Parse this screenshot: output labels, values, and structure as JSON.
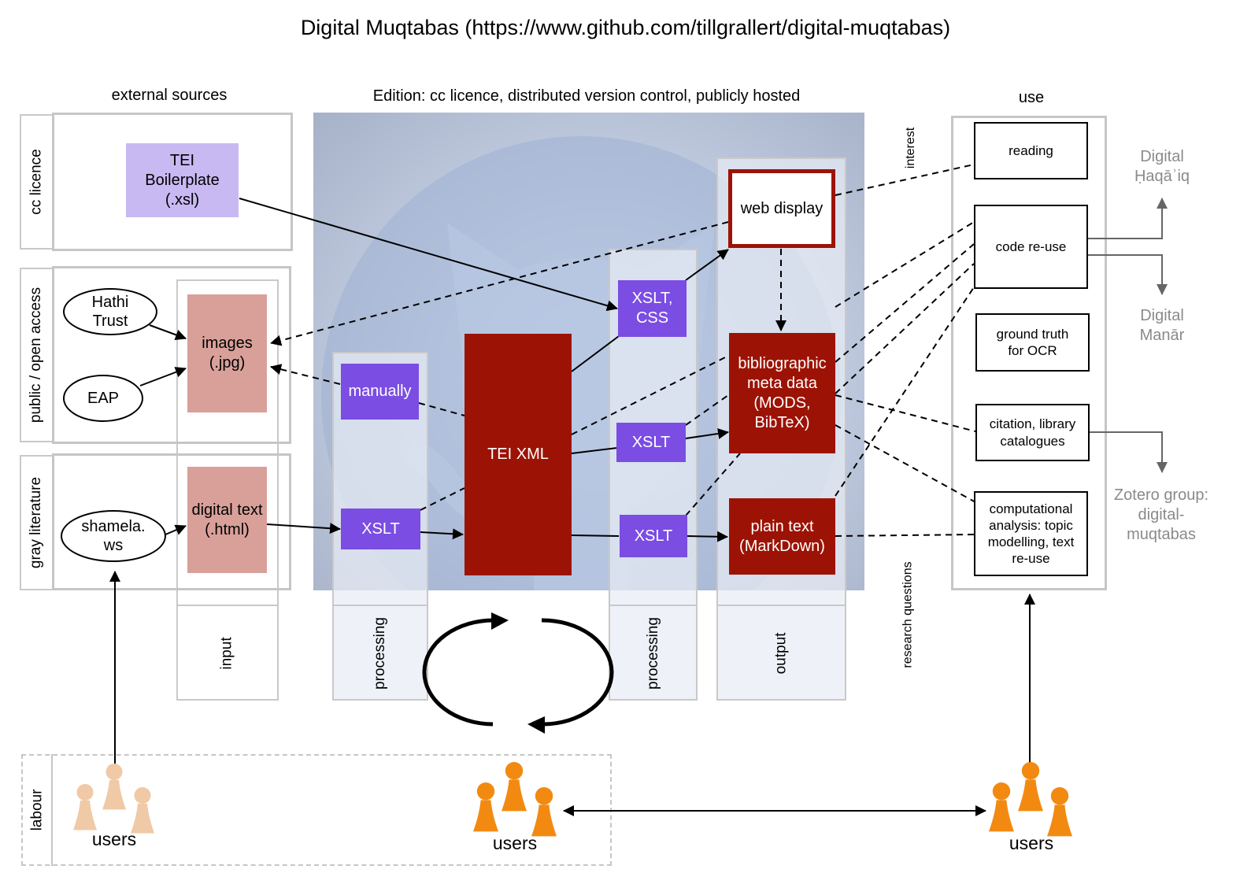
{
  "title": "Digital Muqtabas (https://www.github.com/tillgrallert/digital-muqtabas)",
  "headers": {
    "external": "external sources",
    "edition": "Edition: cc licence, distributed version control, publicly hosted",
    "use": "use"
  },
  "row_labels": {
    "cc": "cc licence",
    "public": "public / open access",
    "gray": "gray literature",
    "labour": "labour"
  },
  "column_labels": {
    "input": "input",
    "processing1": "processing",
    "processing2": "processing",
    "output": "output"
  },
  "side_labels": {
    "interest": "interest",
    "research": "research questions"
  },
  "nodes": {
    "tei_boilerplate": "TEI\nBoilerplate\n(.xsl)",
    "hathi": "Hathi\nTrust",
    "eap": "EAP",
    "shamela": "shamela.\nws",
    "images": "images\n(.jpg)",
    "digital_text": "digital text\n(.html)",
    "manually": "manually",
    "xslt_in": "XSLT",
    "tei_xml": "TEI XML",
    "xslt_css": "XSLT,\nCSS",
    "xslt_mid": "XSLT",
    "xslt_low": "XSLT",
    "web_display": "web display",
    "biblio": "bibliographic\nmeta data\n(MODS,\nBibTeX)",
    "plain_text": "plain text\n(MarkDown)"
  },
  "use_items": {
    "reading": "reading",
    "code_reuse": "code re-use",
    "ground_truth": "ground truth\nfor OCR",
    "citation": "citation, library\ncatalogues",
    "computational": "computational\nanalysis: topic\nmodelling, text\nre-use"
  },
  "external_projects": {
    "haqaiq": "Digital\nḤaqāʾiq",
    "manar": "Digital\nManār",
    "zotero": "Zotero group:\ndigital-\nmuqtabas"
  },
  "users": {
    "left": "users",
    "center": "users",
    "right": "users"
  },
  "colors": {
    "purple": "#7b4de2",
    "dark_red": "#9c1305",
    "pink": "#d9a09a",
    "lavender": "#c8b9f3",
    "user_orange": "#f28a12",
    "user_beige": "#f0c9a6",
    "frame_gray": "#c6c6c6"
  }
}
